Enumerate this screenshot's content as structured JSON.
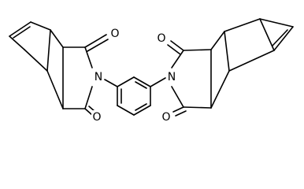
{
  "molecule": {
    "atoms": {
      "n_left": "N",
      "n_right": "N",
      "o_left_top": "O",
      "o_left_bottom": "O",
      "o_right_top": "O",
      "o_right_bottom": "O"
    }
  }
}
